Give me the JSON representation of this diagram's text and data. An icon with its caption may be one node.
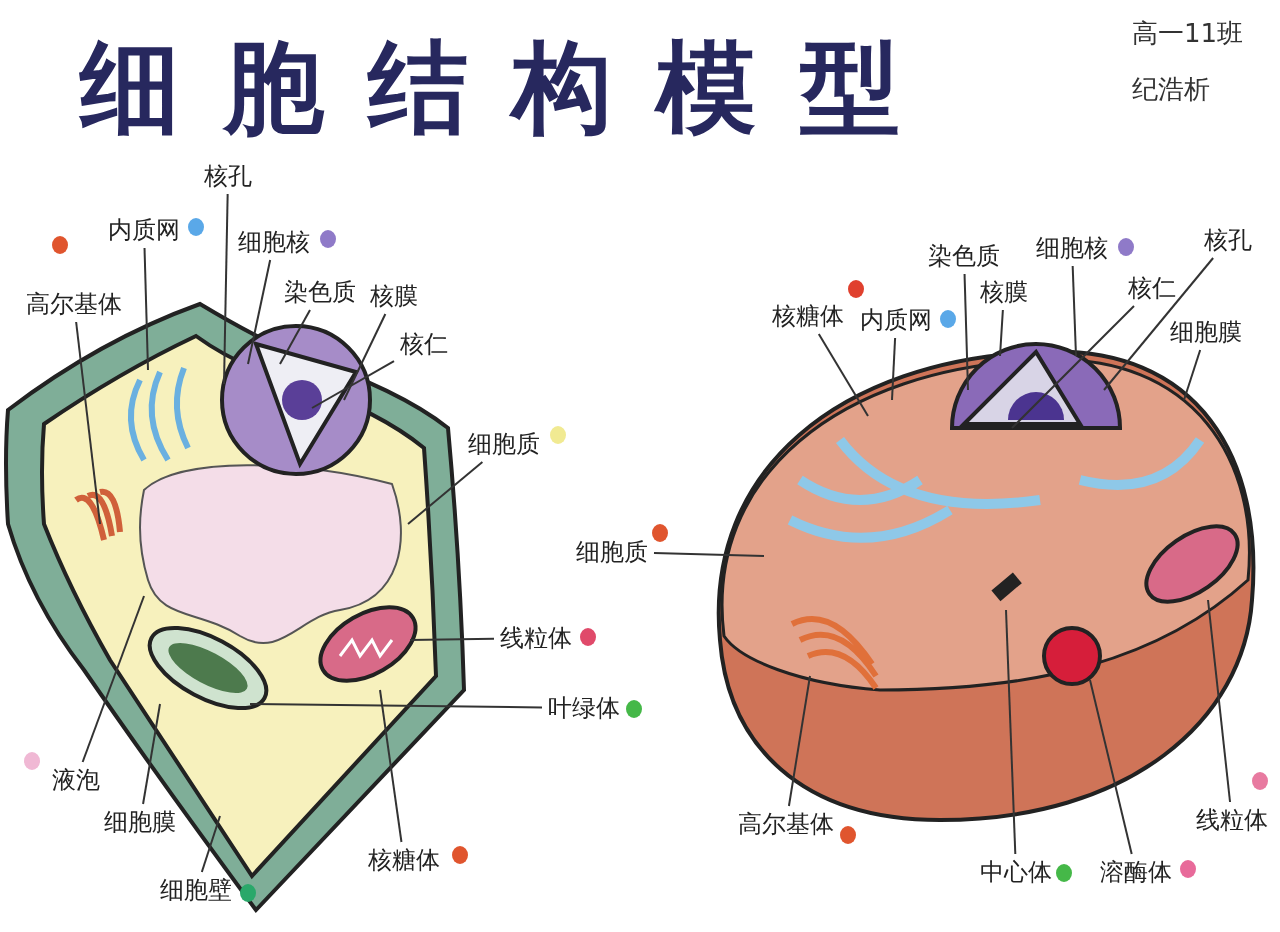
{
  "diagram": {
    "title": "细胞结构模型",
    "nodes": [
      {
        "text": [
          "核孔"
        ]
      },
      {
        "text": [
          "内质网"
        ]
      },
      {
        "text": [
          "细胞核"
        ]
      },
      {
        "text": [
          "高尔基体"
        ]
      },
      {
        "text": [
          "染色质"
        ]
      },
      {
        "text": [
          "核膜"
        ]
      },
      {
        "text": [
          "核仁"
        ]
      },
      {
        "text": [
          "细胞质"
        ]
      },
      {
        "text": [
          "线粒体"
        ]
      },
      {
        "text": [
          "叶绿体"
        ]
      },
      {
        "text": [
          "液泡"
        ]
      },
      {
        "text": [
          "细胞膜"
        ]
      },
      {
        "text": [
          "细胞壁"
        ]
      },
      {
        "text": [
          "核糖体"
        ]
      },
      {
        "text": [
          "核糖体"
        ]
      },
      {
        "text": [
          "内质网"
        ]
      },
      {
        "text": [
          "染色质"
        ]
      },
      {
        "text": [
          "核膜"
        ]
      },
      {
        "text": [
          "细胞核"
        ]
      },
      {
        "text": [
          "核仁"
        ]
      },
      {
        "text": [
          "核孔"
        ]
      },
      {
        "text": [
          "细胞膜"
        ]
      },
      {
        "text": [
          "细胞质"
        ]
      },
      {
        "text": [
          "线粒体"
        ]
      },
      {
        "text": [
          "高尔基体"
        ]
      },
      {
        "text": [
          "中心体"
        ]
      },
      {
        "text": [
          "溶酶体"
        ]
      }
    ],
    "edges": [
      {
        "from": 0,
        "to": null,
        "arrow": "none"
      },
      {
        "from": 1,
        "to": null,
        "arrow": "none"
      },
      {
        "from": 2,
        "to": null,
        "arrow": "none"
      },
      {
        "from": 3,
        "to": null,
        "arrow": "none"
      },
      {
        "from": 4,
        "to": null,
        "arrow": "none"
      },
      {
        "from": 5,
        "to": null,
        "arrow": "none"
      },
      {
        "from": 6,
        "to": null,
        "arrow": "none"
      },
      {
        "from": 7,
        "to": null,
        "arrow": "none"
      },
      {
        "from": 8,
        "to": null,
        "arrow": "none"
      },
      {
        "from": 9,
        "to": null,
        "arrow": "none"
      },
      {
        "from": 10,
        "to": null,
        "arrow": "none"
      },
      {
        "from": 11,
        "to": null,
        "arrow": "none"
      },
      {
        "from": 12,
        "to": null,
        "arrow": "none"
      },
      {
        "from": 13,
        "to": null,
        "arrow": "none"
      },
      {
        "from": 14,
        "to": null,
        "arrow": "none"
      },
      {
        "from": 15,
        "to": null,
        "arrow": "none"
      },
      {
        "from": 16,
        "to": null,
        "arrow": "none"
      },
      {
        "from": 17,
        "to": null,
        "arrow": "none"
      },
      {
        "from": 18,
        "to": null,
        "arrow": "none"
      },
      {
        "from": 19,
        "to": null,
        "arrow": "none"
      },
      {
        "from": 20,
        "to": null,
        "arrow": "none"
      },
      {
        "from": 21,
        "to": null,
        "arrow": "none"
      },
      {
        "from": 22,
        "to": null,
        "arrow": "none"
      },
      {
        "from": 23,
        "to": null,
        "arrow": "none"
      },
      {
        "from": 24,
        "to": null,
        "arrow": "none"
      },
      {
        "from": 25,
        "to": null,
        "arrow": "none"
      },
      {
        "from": 26,
        "to": null,
        "arrow": "none"
      }
    ],
    "labels": [
      "高一11班",
      "纪浩析"
    ]
  }
}
